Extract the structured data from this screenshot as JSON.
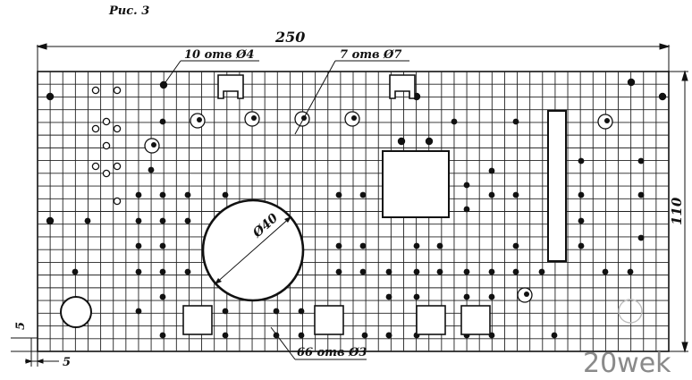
{
  "figure": {
    "caption": "Рис. 3"
  },
  "dimensions": {
    "width": "250",
    "height": "110",
    "margin_vertical": "5",
    "margin_horizontal": "5"
  },
  "callouts": {
    "holes_4": "10 отв Ø4",
    "holes_7": "7 отв Ø7",
    "holes_3": "66 отв Ø3",
    "big_hole": "Ø40"
  },
  "watermark": {
    "text": "20wek"
  },
  "colors": {
    "ink": "#111111",
    "paper": "#ffffff",
    "watermark": "#8a8a8a"
  }
}
